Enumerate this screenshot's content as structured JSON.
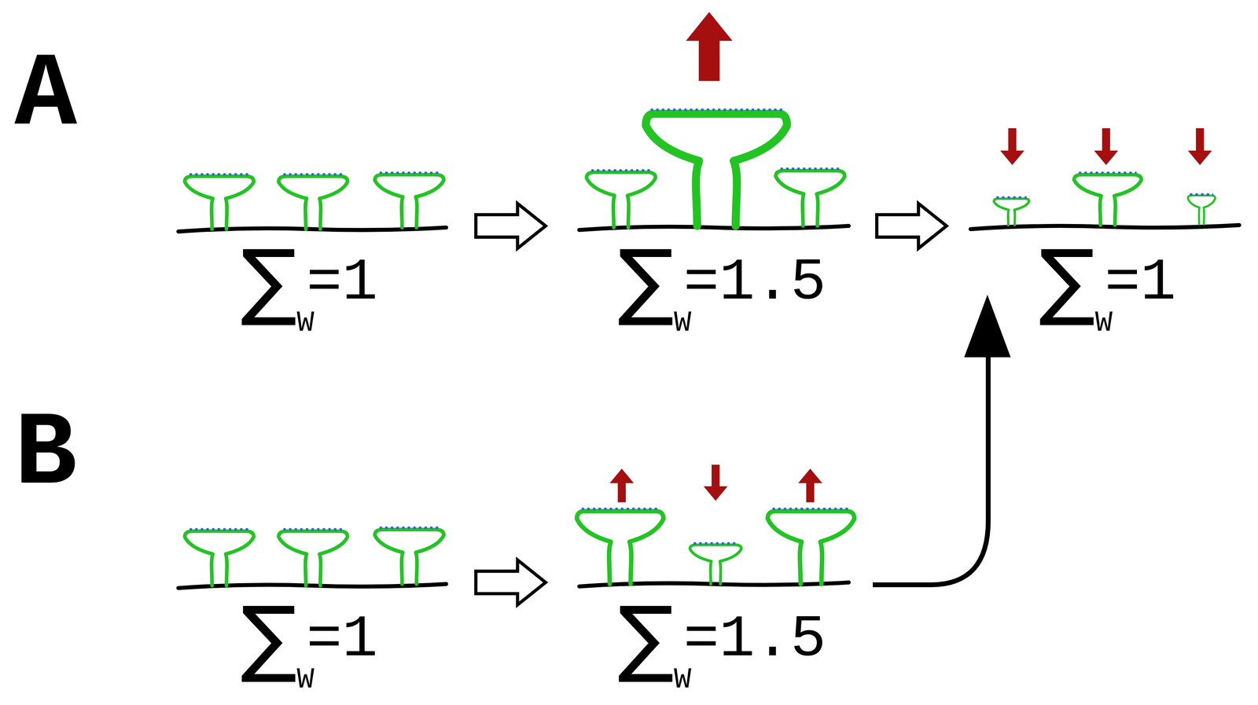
{
  "diagram": {
    "labels": [
      "A",
      "∑",
      "W",
      "=1",
      "∑",
      "W",
      "=1.5",
      "∑",
      "W",
      "=1",
      "B",
      "∑",
      "W",
      "=1",
      "∑",
      "W",
      "=1.5"
    ]
  }
}
